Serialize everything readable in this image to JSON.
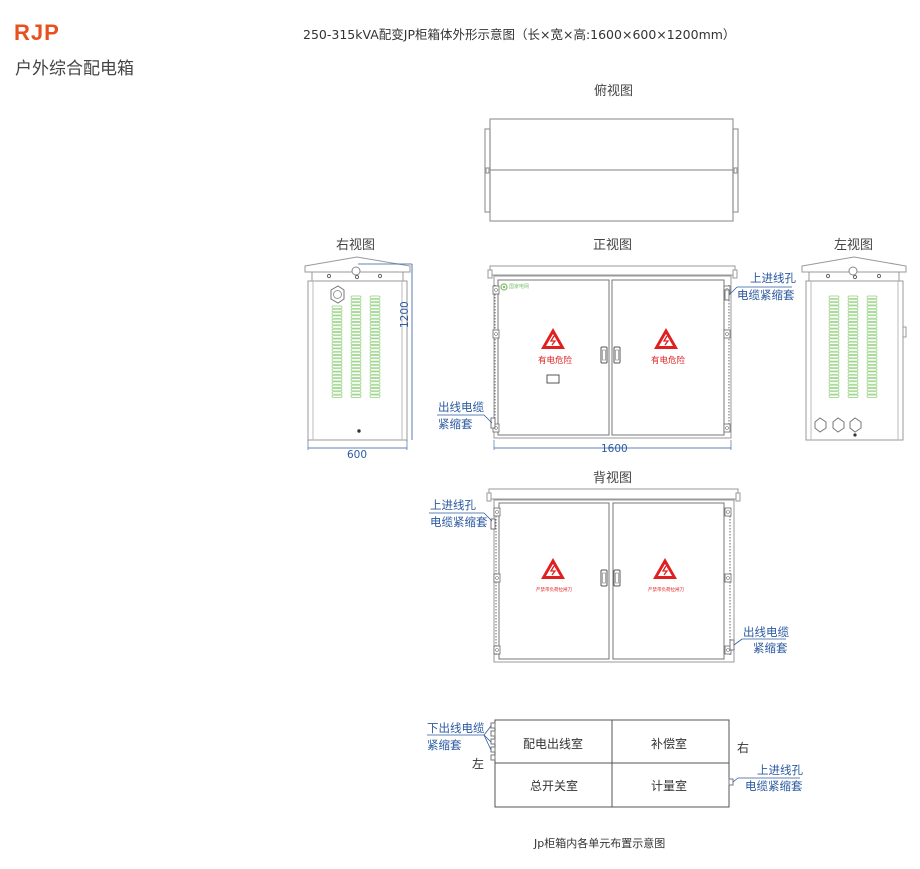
{
  "header": {
    "brand": "RJP",
    "subtitle": "户外综合配电箱",
    "title": "250-315kVA配变JP柜箱体外形示意图（长×宽×高:1600×600×1200mm）"
  },
  "views": {
    "top": {
      "label": "俯视图"
    },
    "right": {
      "label": "右视图",
      "height_dim": "1200",
      "width_dim": "600"
    },
    "front": {
      "label": "正视图",
      "width_dim": "1600",
      "warning_text": "有电危险",
      "logo_text": "国家电网",
      "callout_in_line1": "上进线孔",
      "callout_in_line2": "电缆紧缩套",
      "callout_out_line1": "出线电缆",
      "callout_out_line2": "紧缩套"
    },
    "left": {
      "label": "左视图"
    },
    "back": {
      "label": "背视图",
      "warning_text": "严禁带负荷拉闸刀",
      "callout_in_line1": "上进线孔",
      "callout_in_line2": "电缆紧缩套",
      "callout_out_line1": "出线电缆",
      "callout_out_line2": "紧缩套"
    }
  },
  "layout_diagram": {
    "cells": [
      "配电出线室",
      "补偿室",
      "总开关室",
      "计量室"
    ],
    "left_label": "左",
    "right_label": "右",
    "callout_left_line1": "下出线电缆",
    "callout_left_line2": "紧缩套",
    "callout_right_line1": "上进线孔",
    "callout_right_line2": "电缆紧缩套",
    "caption": "Jp柜箱内各单元布置示意图"
  },
  "colors": {
    "brand": "#e8501e",
    "callout": "#2c5aa0",
    "warning": "#e02020",
    "vent": "#8fd07a",
    "line": "#888888"
  }
}
